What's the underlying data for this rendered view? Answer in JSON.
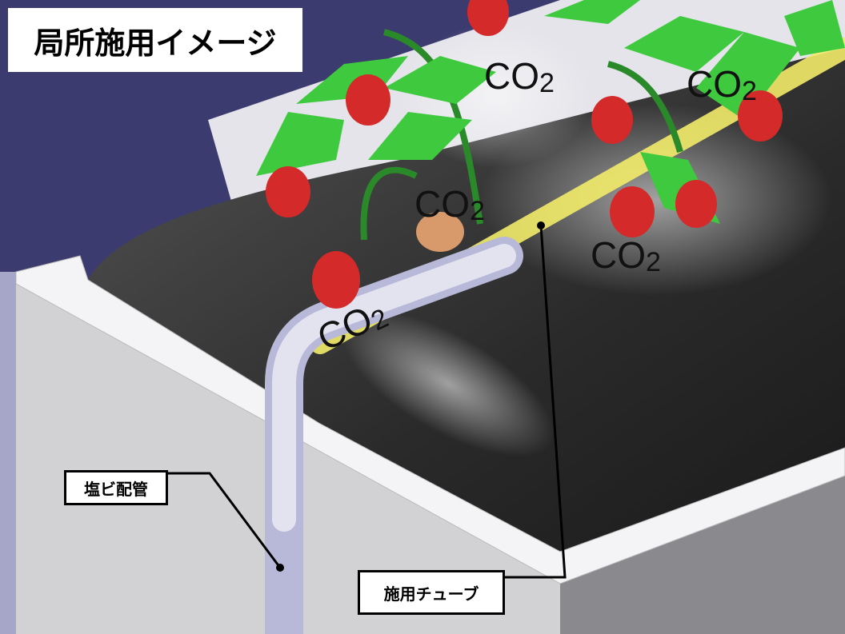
{
  "title": "局所施用イメージ",
  "labels": {
    "pvc_pipe": "塩ビ配管",
    "application_tube": "施用チューブ"
  },
  "co2_markers": [
    {
      "base": "CO",
      "sub": "2"
    },
    {
      "base": "CO",
      "sub": "2"
    },
    {
      "base": "CO",
      "sub": "2"
    },
    {
      "base": "CO",
      "sub": "2"
    },
    {
      "base": "CO",
      "sub": "2"
    }
  ],
  "colors": {
    "background": "#3b3b6f",
    "tube": "#f2ec6a",
    "pipe": "#b8b8d8",
    "leaf": "#3ec93e",
    "berry": "#d42a2a"
  }
}
